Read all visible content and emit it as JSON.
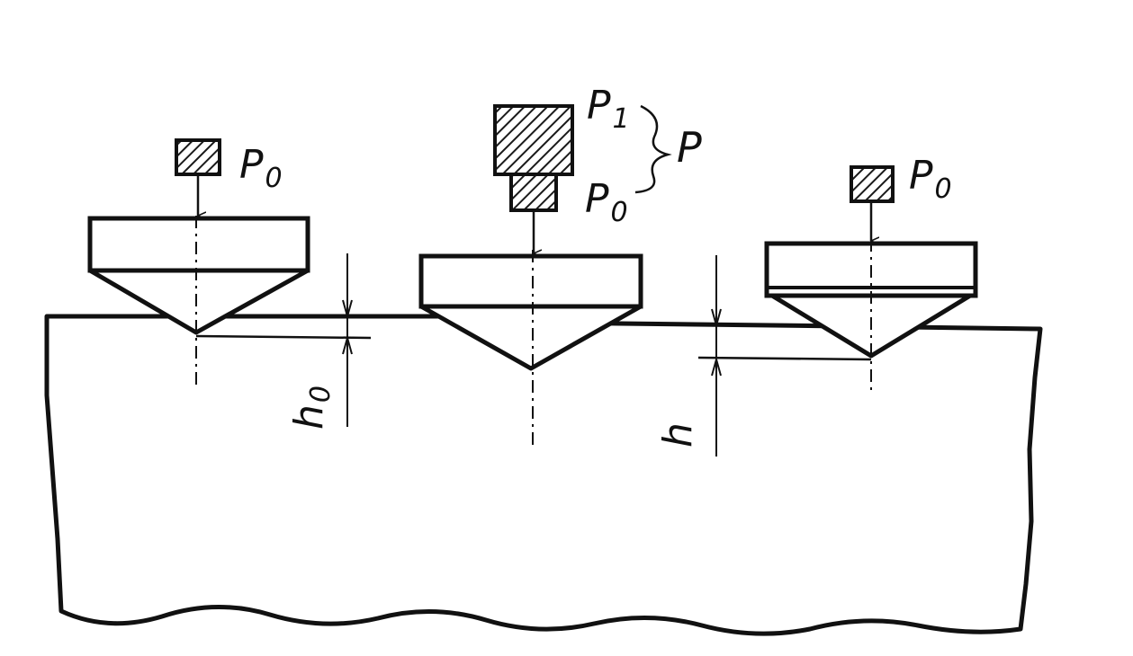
{
  "labels": {
    "p0_left": "P",
    "p0_left_sub": "0",
    "p1": "P",
    "p1_sub": "1",
    "p_total": "P",
    "p0_middle": "P",
    "p0_middle_sub": "0",
    "p0_right": "P",
    "p0_right_sub": "0",
    "h0": "h",
    "h0_sub": "0",
    "h": "h"
  },
  "colors": {
    "ink": "#111111",
    "background": "#ffffff",
    "hatch": "#1a1a1a"
  }
}
